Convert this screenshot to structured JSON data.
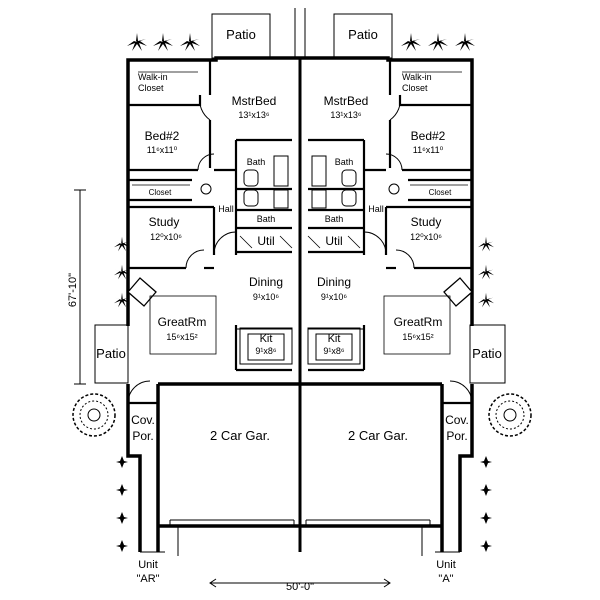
{
  "patios": {
    "top_left": "Patio",
    "top_right": "Patio",
    "side_left": "Patio",
    "side_right": "Patio"
  },
  "rooms": {
    "walkin_left": "Walk-in\nCloset",
    "walkin_right": "Walk-in\nCloset",
    "mstr_left": "MstrBed",
    "mstr_left_dim": "13¹x13⁶",
    "mstr_right": "MstrBed",
    "mstr_right_dim": "13¹x13⁶",
    "bed2_left": "Bed#2",
    "bed2_left_dim": "11⁶x11⁰",
    "bed2_right": "Bed#2",
    "bed2_right_dim": "11⁶x11⁰",
    "bath1_left": "Bath",
    "bath1_right": "Bath",
    "bath2_left": "Bath",
    "bath2_right": "Bath",
    "closet_left": "Closet",
    "closet_right": "Closet",
    "hall_left": "Hall",
    "hall_right": "Hall",
    "study_left": "Study",
    "study_left_dim": "12⁰x10⁶",
    "study_right": "Study",
    "study_right_dim": "12⁰x10⁶",
    "util_left": "Util",
    "util_right": "Util",
    "dining_left": "Dining",
    "dining_left_dim": "9¹x10⁶",
    "dining_right": "Dining",
    "dining_right_dim": "9¹x10⁶",
    "great_left": "GreatRm",
    "great_left_dim": "15⁶x15²",
    "great_right": "GreatRm",
    "great_right_dim": "15⁶x15²",
    "kit_left": "Kit",
    "kit_left_dim": "9¹x8⁶",
    "kit_right": "Kit",
    "kit_right_dim": "9¹x8⁶",
    "cov_left_1": "Cov.",
    "cov_left_2": "Por.",
    "cov_right_1": "Cov.",
    "cov_right_2": "Por.",
    "garage_left": "2 Car Gar.",
    "garage_right": "2 Car Gar."
  },
  "units": {
    "left_1": "Unit",
    "left_2": "\"AR\"",
    "right_1": "Unit",
    "right_2": "\"A\""
  },
  "dimensions": {
    "depth": "67'-10\"",
    "width": "50'-0\""
  }
}
